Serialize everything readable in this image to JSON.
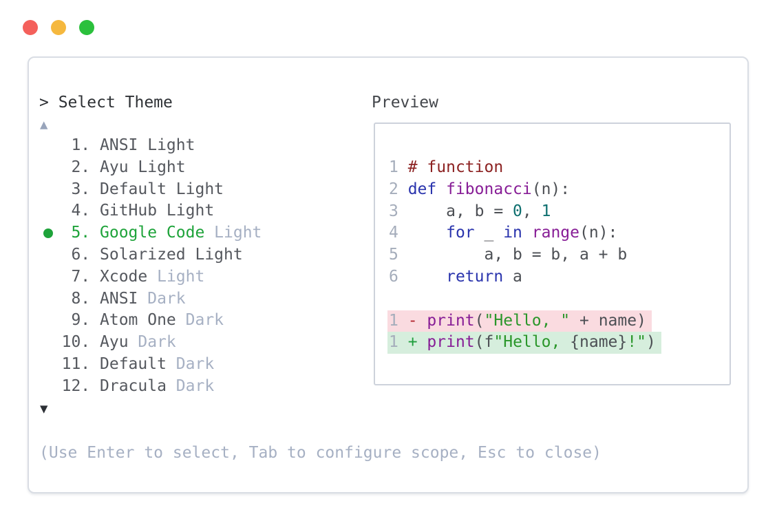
{
  "window": {
    "buttons": {
      "close": "close",
      "minimize": "minimize",
      "maximize": "maximize"
    }
  },
  "prompt": {
    "caret": ">",
    "title": "Select Theme"
  },
  "list": {
    "scroll_up": "▲",
    "scroll_down": "▼",
    "items": [
      {
        "num": "1.",
        "name": "ANSI Light",
        "dim": "",
        "selected": false
      },
      {
        "num": "2.",
        "name": "Ayu Light",
        "dim": "",
        "selected": false
      },
      {
        "num": "3.",
        "name": "Default Light",
        "dim": "",
        "selected": false
      },
      {
        "num": "4.",
        "name": "GitHub Light",
        "dim": "",
        "selected": false
      },
      {
        "num": "5.",
        "name": "Google Code",
        "dim": "Light",
        "selected": true
      },
      {
        "num": "6.",
        "name": "Solarized Light",
        "dim": "",
        "selected": false
      },
      {
        "num": "7.",
        "name": "Xcode",
        "dim": "Light",
        "selected": false
      },
      {
        "num": "8.",
        "name": "ANSI",
        "dim": "Dark",
        "selected": false
      },
      {
        "num": "9.",
        "name": "Atom One",
        "dim": "Dark",
        "selected": false
      },
      {
        "num": "10.",
        "name": "Ayu",
        "dim": "Dark",
        "selected": false
      },
      {
        "num": "11.",
        "name": "Default",
        "dim": "Dark",
        "selected": false
      },
      {
        "num": "12.",
        "name": "Dracula",
        "dim": "Dark",
        "selected": false
      }
    ]
  },
  "preview": {
    "label": "Preview",
    "code_lines": [
      {
        "bg": "",
        "segs": [
          [
            "ln",
            "1 "
          ],
          [
            "com",
            "# function"
          ]
        ]
      },
      {
        "bg": "",
        "segs": [
          [
            "ln",
            "2 "
          ],
          [
            "kwd",
            "def"
          ],
          [
            "pln",
            " "
          ],
          [
            "fun",
            "fibonacci"
          ],
          [
            "pln",
            "(n):"
          ]
        ]
      },
      {
        "bg": "",
        "segs": [
          [
            "ln",
            "3 "
          ],
          [
            "pln",
            "    a, b = "
          ],
          [
            "lit",
            "0"
          ],
          [
            "pln",
            ", "
          ],
          [
            "lit",
            "1"
          ]
        ]
      },
      {
        "bg": "",
        "segs": [
          [
            "ln",
            "4 "
          ],
          [
            "pln",
            "    "
          ],
          [
            "kwd",
            "for"
          ],
          [
            "pln",
            " _ "
          ],
          [
            "kwd",
            "in"
          ],
          [
            "pln",
            " "
          ],
          [
            "fun",
            "range"
          ],
          [
            "pln",
            "(n):"
          ]
        ]
      },
      {
        "bg": "",
        "segs": [
          [
            "ln",
            "5 "
          ],
          [
            "pln",
            "        a, b = b, a + b"
          ]
        ]
      },
      {
        "bg": "",
        "segs": [
          [
            "ln",
            "6 "
          ],
          [
            "pln",
            "    "
          ],
          [
            "kwd",
            "return"
          ],
          [
            "pln",
            " a"
          ]
        ]
      },
      {
        "bg": "",
        "segs": []
      },
      {
        "bg": "del",
        "segs": [
          [
            "ln",
            "1 "
          ],
          [
            "del",
            "-"
          ],
          [
            "pln",
            " "
          ],
          [
            "fun",
            "print"
          ],
          [
            "pln",
            "("
          ],
          [
            "str",
            "\"Hello, \""
          ],
          [
            "pln",
            " + name)"
          ]
        ]
      },
      {
        "bg": "add",
        "segs": [
          [
            "ln",
            "1 "
          ],
          [
            "add",
            "+"
          ],
          [
            "pln",
            " "
          ],
          [
            "fun",
            "print"
          ],
          [
            "pln",
            "(f"
          ],
          [
            "str",
            "\"Hello, "
          ],
          [
            "pln",
            "{name}"
          ],
          [
            "str",
            "!\""
          ],
          [
            "pln",
            ")"
          ]
        ]
      }
    ]
  },
  "footer": {
    "hint": "(Use Enter to select, Tab to configure scope, Esc to close)"
  },
  "colors": {
    "text_dark": "#2e3135",
    "item_text": "#55585e",
    "dim": "#a6b0c3",
    "accent_green": "#1ea33a",
    "scroll_up": "#98a4bb",
    "scroll_down": "#2c2f35",
    "traffic_red": "#f4605b",
    "traffic_yellow": "#f5b83e",
    "traffic_green": "#2bc03c",
    "syntax": {
      "line_number": "#a5adbb",
      "comment": "#8c2222",
      "keyword": "#2a34ad",
      "function": "#871d96",
      "literal": "#0e6f6f",
      "string": "#2a962a",
      "plain": "#4c4f54",
      "diff_del": "#b3252e",
      "diff_add": "#1f9e3d",
      "del_bg": "#fadbe0",
      "add_bg": "#d6eedd"
    }
  }
}
